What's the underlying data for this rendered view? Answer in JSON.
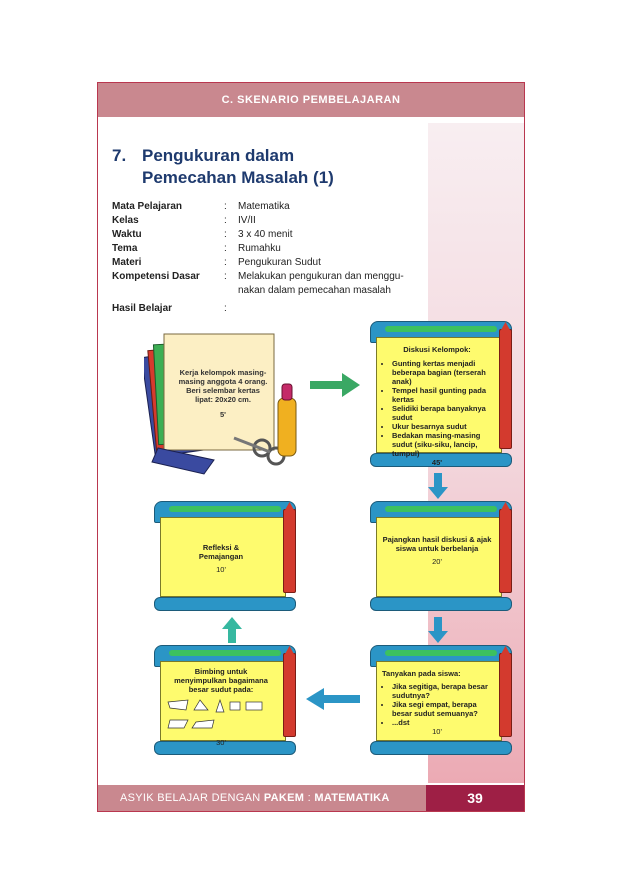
{
  "header": {
    "title": "C. SKENARIO PEMBELAJARAN"
  },
  "title": {
    "number": "7.",
    "line1": "Pengukuran dalam",
    "line2": "Pemecahan Masalah (1)"
  },
  "info": [
    {
      "key": "Mata Pelajaran",
      "colon": ":",
      "value": "Matematika"
    },
    {
      "key": "Kelas",
      "colon": ":",
      "value": "IV/II"
    },
    {
      "key": "Waktu",
      "colon": ":",
      "value": "3 x 40 menit"
    },
    {
      "key": "Tema",
      "colon": ":",
      "value": "Rumahku"
    },
    {
      "key": "Materi",
      "colon": ":",
      "value": "Pengukuran Sudut"
    },
    {
      "key": "Kompetensi Dasar",
      "colon": ":",
      "value": "Melakukan pengukuran dan menggu-",
      "value2": "nakan dalam pemecahan masalah"
    },
    {
      "key": "Hasil Belajar",
      "colon": ":",
      "value": ""
    }
  ],
  "intro_card": {
    "text": "Kerja kelompok masing-masing anggota 4 orang. Beri selembar kertas lipat: 20x20 cm.",
    "time": "5'"
  },
  "diskusi": {
    "title": "Diskusi Kelompok:",
    "items": [
      "Gunting kertas menjadi beberapa bagian (terserah anak)",
      "Tempel hasil gunting pada kertas",
      "Selidiki berapa banyaknya sudut",
      "Ukur besarnya sudut",
      "Bedakan masing-masing sudut (siku-siku, lancip, tumpul)"
    ],
    "time": "45'"
  },
  "pajangkan": {
    "text": "Pajangkan hasil diskusi & ajak siswa untuk berbelanja",
    "time": "20'"
  },
  "refleksi": {
    "text": "Refleksi & Pemajangan",
    "time": "10'"
  },
  "bimbing": {
    "text": "Bimbing untuk menyimpulkan bagaimana besar sudut pada:",
    "time": "30'"
  },
  "tanyakan": {
    "title": "Tanyakan pada siswa:",
    "items": [
      "Jika segitiga, berapa besar sudutnya?",
      "Jika segi empat, berapa besar sudut semuanya?",
      "...dst"
    ],
    "time": "10'"
  },
  "footer": {
    "prefix": "ASYIK BELAJAR DENGAN",
    "brand": "PAKEM",
    "sep": ":",
    "subject": "MATEMATIKA",
    "page": "39"
  },
  "colors": {
    "frame": "#b9374f",
    "header": "#c9888f",
    "page_num_bg": "#9e1f45",
    "title": "#1e3a6e",
    "paper": "#fefb6e",
    "arrow": "#2b95c6",
    "arrow_up": "#36b8a0"
  }
}
